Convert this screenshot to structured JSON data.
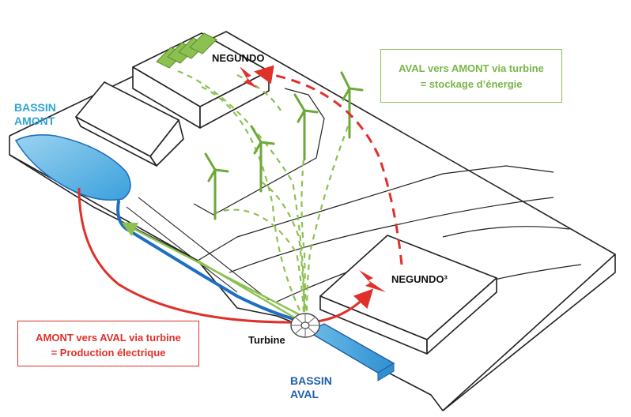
{
  "labels": {
    "bassin_amont": [
      "BASSIN",
      "AMONT"
    ],
    "bassin_aval": [
      "BASSIN",
      "AVAL"
    ],
    "negundo_top": "NEGUNDO",
    "negundo_bottom": "NEGUNDO³",
    "turbine": "Turbine"
  },
  "legend_red": {
    "line1": "AMONT vers AVAL via turbine",
    "line2": "= Production électrique"
  },
  "legend_green": {
    "line1": "AVAL vers AMONT via turbine",
    "line2": "= stockage d’énergie"
  },
  "colors": {
    "red": "#e0302a",
    "green": "#8cc152",
    "blue": "#1f6fc0",
    "light_blue": "#5bb8e8",
    "solar": "#8cc152"
  },
  "icons": [
    "lightning-icon",
    "wind-turbine-icon",
    "solar-panel-icon",
    "turbine-wheel-icon"
  ]
}
